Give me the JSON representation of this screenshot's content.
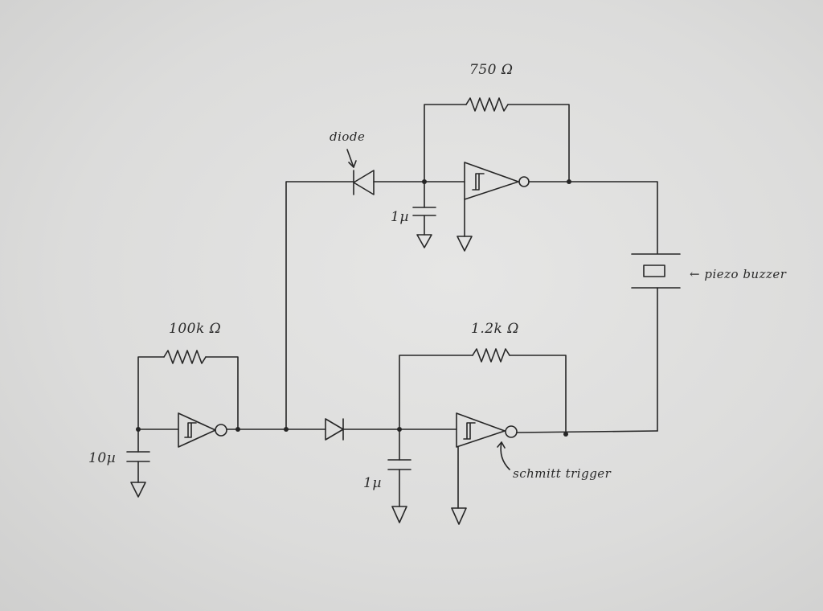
{
  "labels": {
    "r_top": "750 Ω",
    "r_left": "100k Ω",
    "r_bottom": "1.2k Ω",
    "diode": "diode",
    "cap_top": "1µ",
    "cap_left": "10µ",
    "cap_bottom": "1µ",
    "piezo": "← piezo buzzer",
    "schmitt": "schmitt trigger"
  },
  "components": {
    "schmitt_triggers": 3,
    "resistors": 3,
    "capacitors": 3,
    "diodes": 2,
    "piezo_buzzers": 1
  },
  "colors": {
    "ink": "#262626",
    "paper": "#dededd"
  }
}
